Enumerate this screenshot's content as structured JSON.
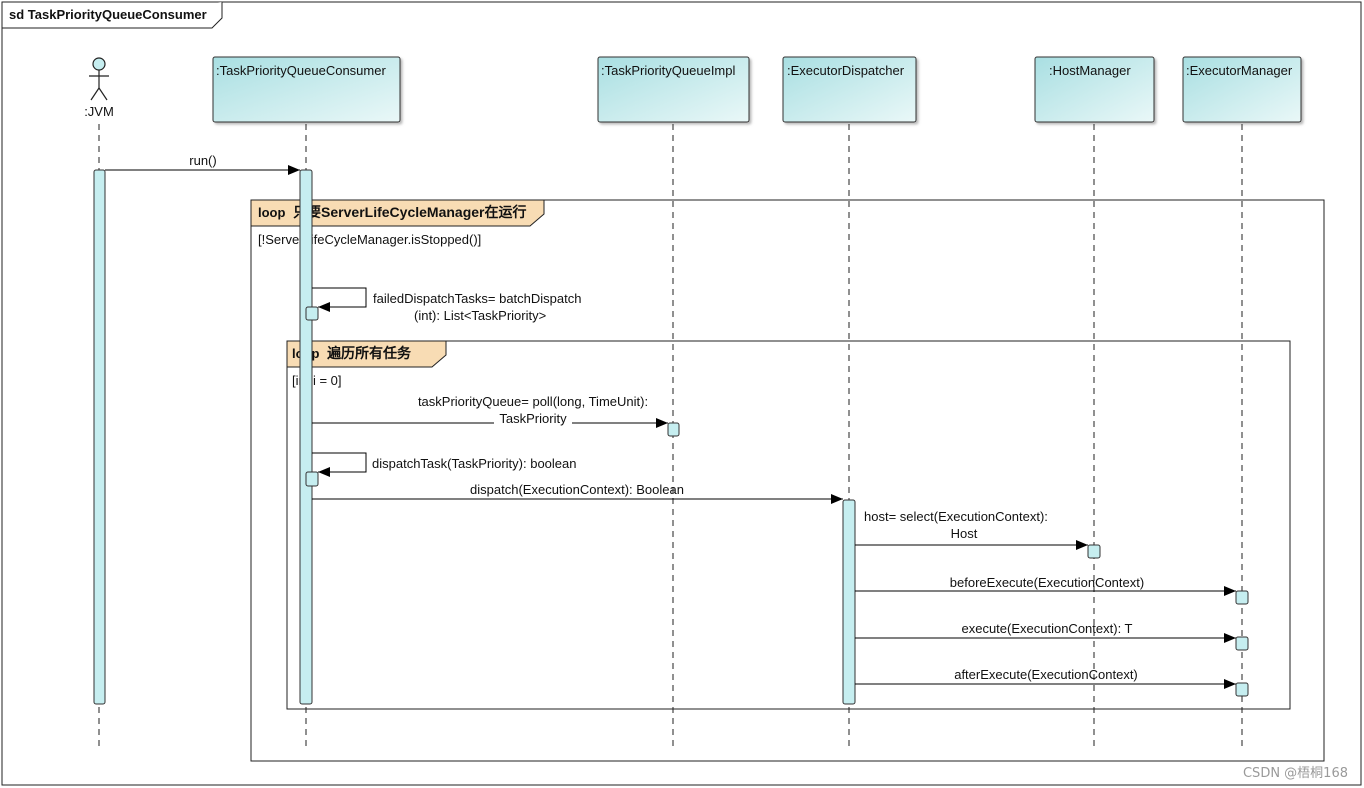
{
  "frame": {
    "title": "sd TaskPriorityQueueConsumer"
  },
  "actor": {
    "name": ":JVM",
    "icon": "stick-figure-icon"
  },
  "lifelines": [
    {
      "id": "consumer",
      "label": ":TaskPriorityQueueConsumer"
    },
    {
      "id": "queueimpl",
      "label": ":TaskPriorityQueueImpl"
    },
    {
      "id": "dispatcher",
      "label": ":ExecutorDispatcher"
    },
    {
      "id": "hostmanager",
      "label": ":HostManager"
    },
    {
      "id": "executormanager",
      "label": ":ExecutorManager"
    }
  ],
  "fragments": {
    "outer_loop": {
      "keyword": "loop",
      "title": "只要ServerLifeCycleManager在运行",
      "guard": "[!ServerLifeCycleManager.isStopped()]"
    },
    "inner_loop": {
      "keyword": "loop",
      "title": "遍历所有任务",
      "guard": "[int i = 0]"
    }
  },
  "messages": {
    "run": "run()",
    "batch_dispatch_line1": "failedDispatchTasks= batchDispatch",
    "batch_dispatch_line2": "(int): List<TaskPriority>",
    "poll_line1": "taskPriorityQueue= poll(long, TimeUnit):",
    "poll_line2": "TaskPriority",
    "dispatch_task": "dispatchTask(TaskPriority): boolean",
    "dispatch": "dispatch(ExecutionContext): Boolean",
    "select_line1": "host= select(ExecutionContext):",
    "select_line2": "Host",
    "before_execute": "beforeExecute(ExecutionContext)",
    "execute": "execute(ExecutionContext): T",
    "after_execute": "afterExecute(ExecutionContext)"
  },
  "watermark": "CSDN @梧桐168",
  "colors": {
    "lifeline_fill_start": "#b9e6e8",
    "lifeline_fill_end": "#e6f7f7",
    "activation_fill": "#c6eef0",
    "fragment_label_fill": "#f8dcb4",
    "stroke": "#222222"
  }
}
